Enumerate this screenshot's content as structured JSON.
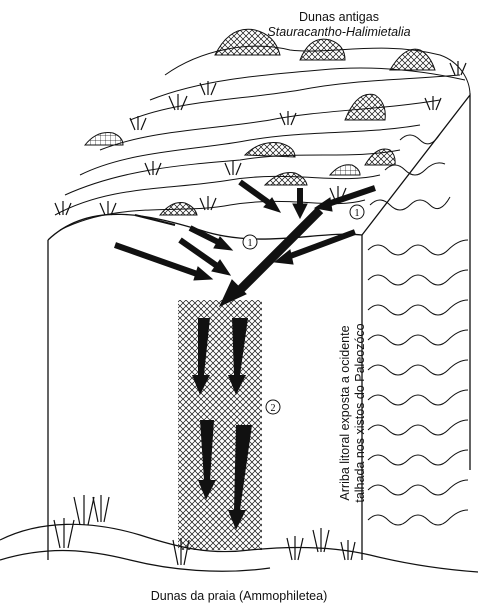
{
  "labels": {
    "old_dunes_title": "Dunas antigas",
    "old_dunes_association": "Stauracantho-Halimietalia",
    "beach_dunes": "Dunas da praia (Ammophiletea)",
    "cliff_line1": "Arriba litoral exposta a ocidente",
    "cliff_line2": "talhada nos xistos do Paleozóco",
    "marker_1": "1",
    "marker_2": "2"
  },
  "colors": {
    "ink": "#111111",
    "paper": "#ffffff"
  }
}
